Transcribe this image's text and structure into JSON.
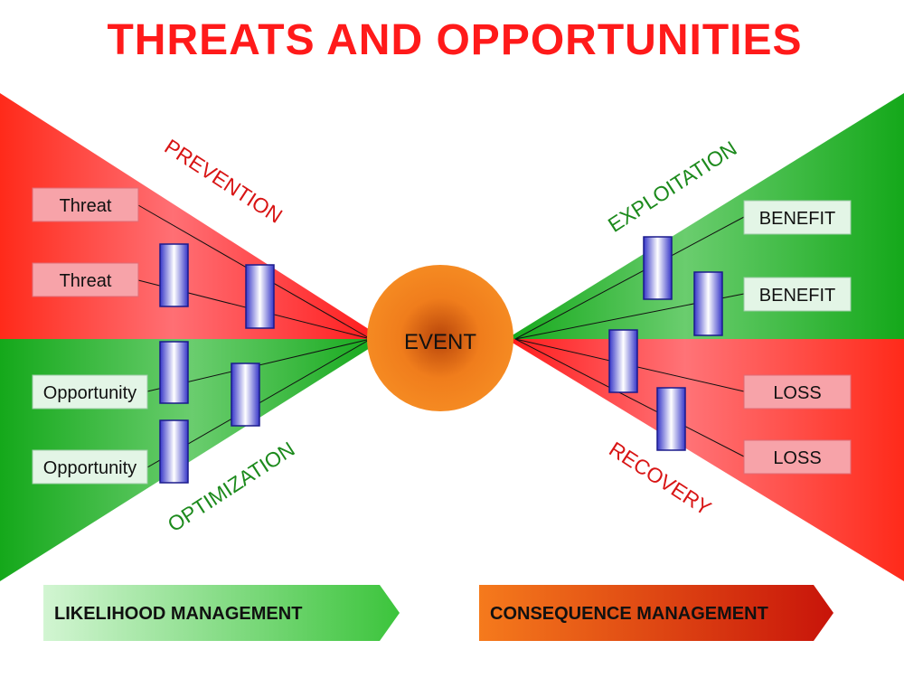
{
  "title": "THREATS AND OPPORTUNITIES",
  "left": {
    "threats": [
      "Threat",
      "Threat"
    ],
    "opportunities": [
      "Opportunity",
      "Opportunity"
    ],
    "threat_section_label": "PREVENTION",
    "opportunity_section_label": "OPTIMIZATION"
  },
  "center": {
    "event": "EVENT"
  },
  "right": {
    "benefits": [
      "BENEFIT",
      "BENEFIT"
    ],
    "losses": [
      "LOSS",
      "LOSS"
    ],
    "benefit_section_label": "EXPLOITATION",
    "loss_section_label": "RECOVERY"
  },
  "bottom": {
    "left_arrow": "LIKELIHOOD MANAGEMENT",
    "right_arrow": "CONSEQUENCE MANAGEMENT"
  },
  "colors": {
    "threat_red": "#ff2a1a",
    "opportunity_green": "#1eaa22",
    "event_orange": "#f07d1c",
    "barrier_blue": "#3535c8"
  }
}
